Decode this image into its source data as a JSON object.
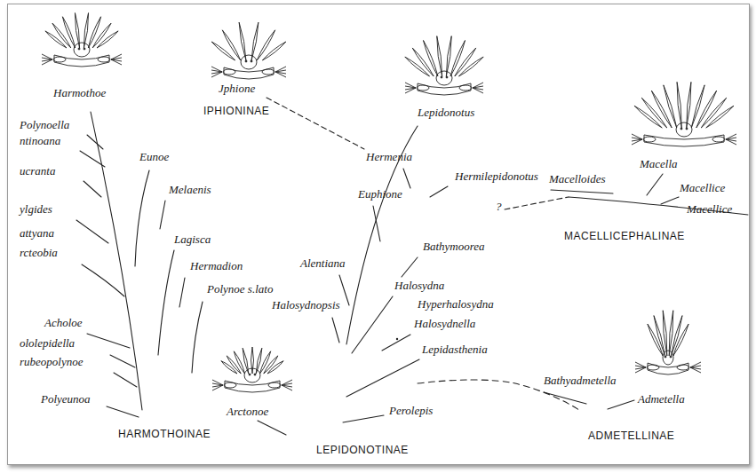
{
  "diagram": {
    "labels": [
      "Harmothoe",
      "Polynoella",
      "ntinoana",
      "ucranta",
      "ylgides",
      "attyana",
      "rcteobia",
      "Acholoe",
      "ololepidella",
      "rubeopolynoe",
      "Polyeunoa",
      "HARMOTHOINAE",
      "Eunoe",
      "Melaenis",
      "Lagisca",
      "Hermadion",
      "Polynoe s.lato",
      "Jphione",
      "IPHIONINAE",
      "Lepidonotus",
      "Hermenia",
      "Hermilepidonotus",
      "Euphione",
      "Bathymoorea",
      "Alentiana",
      "Halosydnopsis",
      "Halosydna",
      "Hyperhalosydna",
      "Halosydnella",
      "Lepidasthenia",
      "Arctonoe",
      "Perolepis",
      "LEPIDONOTINAE",
      "Macella",
      "Macelloides",
      "Macellice",
      "Macellice",
      "?",
      "MACELLICEPHALINAE",
      "Bathyadmetella",
      "Admetella",
      "ADMETELLINAE"
    ]
  }
}
